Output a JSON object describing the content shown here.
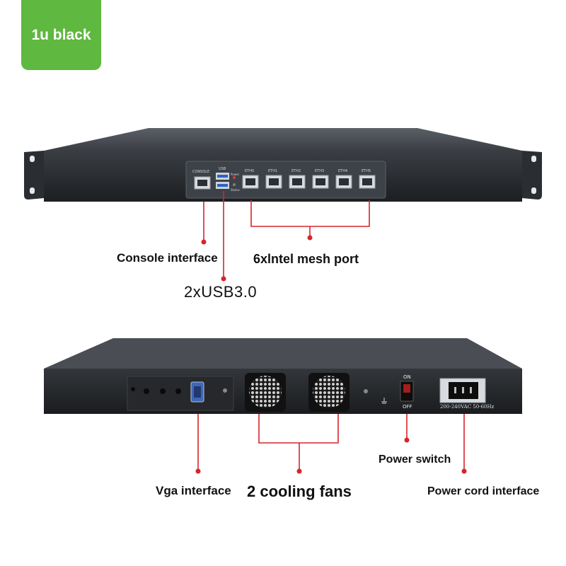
{
  "badge": {
    "text": "1u black",
    "color": "#5fb83f"
  },
  "front": {
    "ports": [
      "CONSOLE",
      "USB",
      "ETH0",
      "ETH1",
      "ETH2",
      "ETH3",
      "ETH4",
      "ETH5"
    ],
    "leds": [
      "Power",
      "Status"
    ]
  },
  "rear": {
    "switch_on": "ON",
    "switch_off": "OFF",
    "power_rating": "200-240VAC 50-60Hz"
  },
  "callouts": {
    "console": "Console interface",
    "mesh": "6xlntel mesh port",
    "usb": "2xUSB3.0",
    "vga": "Vga interface",
    "fans": "2 cooling fans",
    "switch": "Power switch",
    "cord": "Power cord interface"
  },
  "colors": {
    "callout_line": "#d6252b",
    "chassis": "#2a2d31"
  }
}
